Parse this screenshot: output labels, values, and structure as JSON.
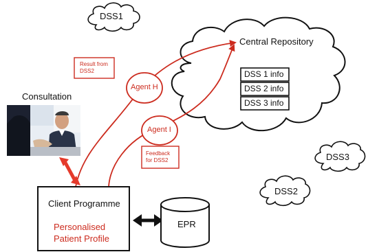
{
  "clouds": {
    "dss1": "DSS1",
    "dss2": "DSS2",
    "dss3": "DSS3",
    "central": "Central Repository"
  },
  "repository_rows": [
    "DSS 1 info",
    "DSS 2 info",
    "DSS 3 info"
  ],
  "agents": {
    "agent_h": "Agent H",
    "agent_i": "Agent I"
  },
  "notes": {
    "result_line1": "Result from",
    "result_line2": "DSS2",
    "feedback_line1": "Feedback",
    "feedback_line2": "for DSS2"
  },
  "consultation": {
    "label": "Consultation"
  },
  "client": {
    "title": "Client Programme",
    "profile_line1": "Personalised",
    "profile_line2": "Patient Profile"
  },
  "epr": {
    "label": "EPR"
  },
  "colors": {
    "accent": "#cc2b1e",
    "ink": "#111111"
  }
}
